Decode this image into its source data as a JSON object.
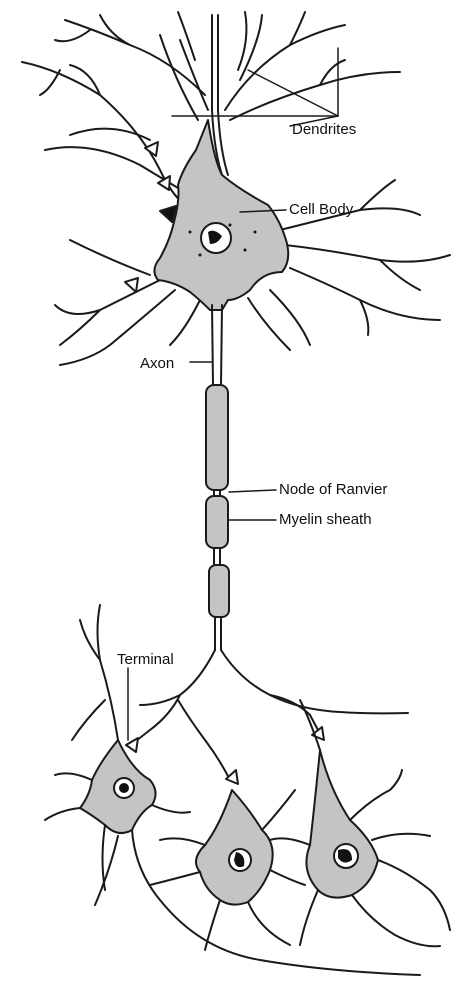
{
  "labels": {
    "dendrites": "Dendrites",
    "cell_body": "Cell Body",
    "axon": "Axon",
    "node_of_ranvier": "Node of Ranvier",
    "myelin_sheath": "Myelin sheath",
    "terminal": "Terminal"
  },
  "colors": {
    "cell_fill": "#c4c4c4",
    "outline": "#1a1a1a",
    "nucleus": "#111111",
    "background": "#ffffff"
  }
}
